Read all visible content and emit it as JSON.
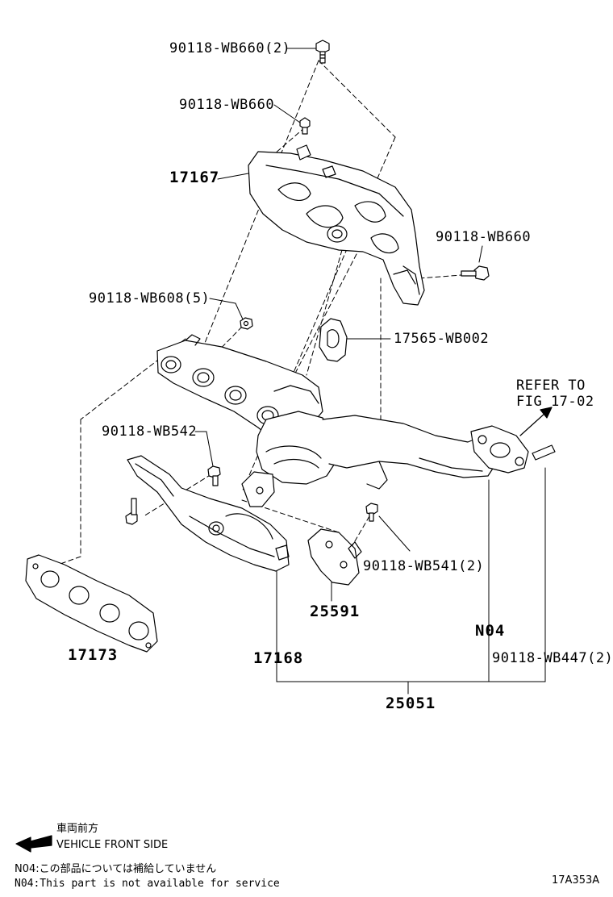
{
  "parts": {
    "bolt_top_2": "90118-WB660(2)",
    "bolt_upper": "90118-WB660",
    "heat_insulator_upper": "17167",
    "bolt_right": "90118-WB660",
    "nut_5": "90118-WB608(5)",
    "support": "17565-WB002",
    "bolt_wb542": "90118-WB542",
    "bolt_wb541": "90118-WB541(2)",
    "bracket": "25591",
    "gasket": "17173",
    "heat_insulator_lower": "17168",
    "n04": "N04",
    "bolt_wb447": "90118-WB447(2)",
    "manifold_assy": "25051"
  },
  "refer": {
    "line1": "REFER TO",
    "line2": "FIG 17-02"
  },
  "legend": {
    "front_jp": "車両前方",
    "front_en": "VEHICLE FRONT SIDE",
    "note_jp": "N04:この部品については補給していません",
    "note_en": "N04:This part is not available for service"
  },
  "figure_id": "17A353A"
}
